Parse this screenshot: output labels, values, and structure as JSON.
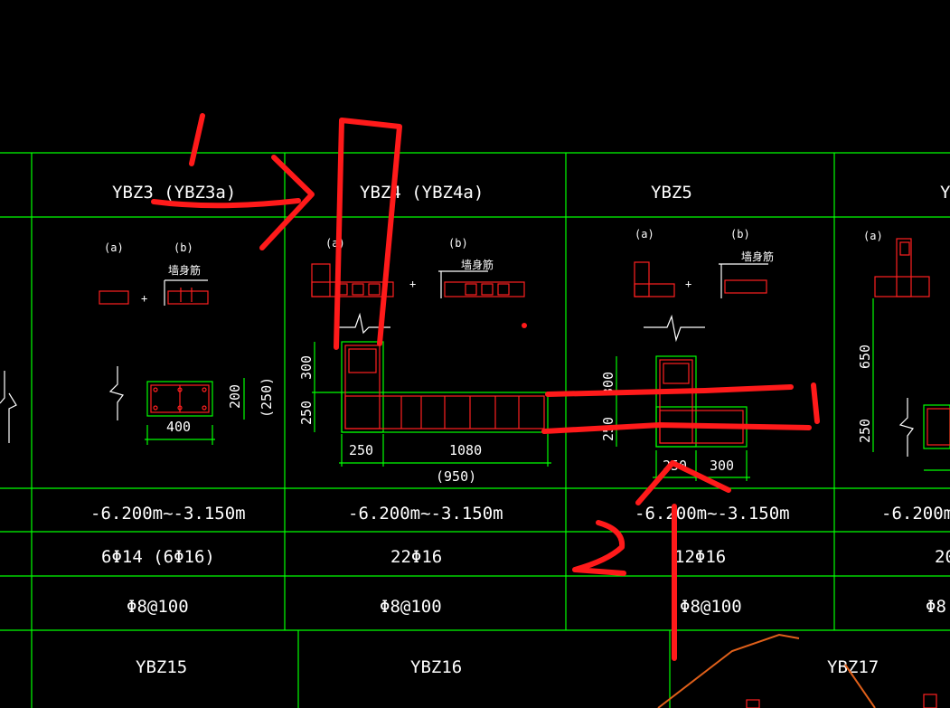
{
  "columns": [
    {
      "name": "YBZ3 (YBZ3a)",
      "elevation": "-6.200m~-3.150m",
      "main_rebar": "6Φ14  (6Φ16)",
      "stirrup": "Φ8@100",
      "dims": {
        "width": "400",
        "height": "200",
        "alt": "(250)"
      },
      "labels": {
        "a": "(a)",
        "b": "(b)",
        "wall": "墙身筋"
      }
    },
    {
      "name": "YBZ4 (YBZ4a)",
      "elevation": "-6.200m~-3.150m",
      "main_rebar": "22Φ16",
      "stirrup": "Φ8@100",
      "dims": {
        "v1": "300",
        "v2": "250",
        "h1": "250",
        "h2": "1080",
        "h_total": "(950)"
      },
      "labels": {
        "a": "(a)",
        "b": "(b)",
        "wall": "墙身筋"
      }
    },
    {
      "name": "YBZ5",
      "elevation": "-6.200m~-3.150m",
      "main_rebar": "12Φ16",
      "stirrup": "Φ8@100",
      "dims": {
        "v1": "300",
        "v2": "250",
        "h1": "250",
        "h2": "300"
      },
      "labels": {
        "a": "(a)",
        "b": "(b)",
        "wall": "墙身筋"
      }
    },
    {
      "name": "Y",
      "elevation": "-6.200m~",
      "main_rebar": "20",
      "stirrup": "Φ8",
      "dims": {
        "v1": "650",
        "v2": "250"
      },
      "labels": {
        "a": "(a)"
      }
    }
  ],
  "row2": [
    "YBZ15",
    "YBZ16",
    "YBZ17"
  ],
  "annotations": {
    "mark1": "1",
    "mark2": "2"
  },
  "colors": {
    "grid": "#00ff00",
    "rebar": "#ff2020",
    "text": "#ffffff",
    "annotation": "#ff1a1a",
    "background": "#000000"
  }
}
